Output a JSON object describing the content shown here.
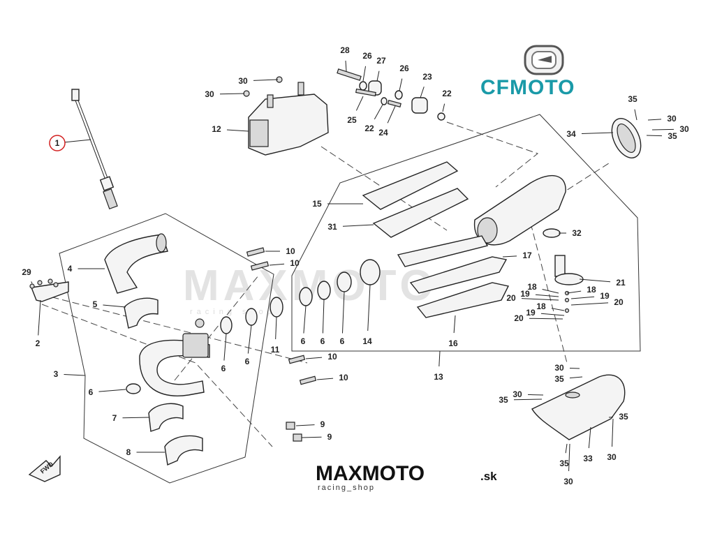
{
  "brand": {
    "cfmoto_text": "CFMOTO",
    "cfmoto_color": "#1a9aa8",
    "maxmoto_text": "MAXMOTO",
    "maxmoto_suffix": ".sk",
    "maxmoto_tagline": "racing_shop",
    "watermark_text": "MAXMOTO",
    "watermark_tagline": "racing shop",
    "accent_red": "#d21f1f"
  },
  "fwd_label": "FWD",
  "callouts": [
    {
      "id": "c1",
      "text": "1",
      "highlight": true
    },
    {
      "id": "c2",
      "text": "2"
    },
    {
      "id": "c3",
      "text": "3"
    },
    {
      "id": "c4",
      "text": "4"
    },
    {
      "id": "c5",
      "text": "5"
    },
    {
      "id": "c6a",
      "text": "6"
    },
    {
      "id": "c6b",
      "text": "6"
    },
    {
      "id": "c6c",
      "text": "6"
    },
    {
      "id": "c6d",
      "text": "6"
    },
    {
      "id": "c6e",
      "text": "6"
    },
    {
      "id": "c6f",
      "text": "6"
    },
    {
      "id": "c7",
      "text": "7"
    },
    {
      "id": "c8",
      "text": "8"
    },
    {
      "id": "c9a",
      "text": "9"
    },
    {
      "id": "c9b",
      "text": "9"
    },
    {
      "id": "c10a",
      "text": "10"
    },
    {
      "id": "c10b",
      "text": "10"
    },
    {
      "id": "c10c",
      "text": "10"
    },
    {
      "id": "c10d",
      "text": "10"
    },
    {
      "id": "c11",
      "text": "11"
    },
    {
      "id": "c12",
      "text": "12"
    },
    {
      "id": "c13",
      "text": "13"
    },
    {
      "id": "c14",
      "text": "14"
    },
    {
      "id": "c15",
      "text": "15"
    },
    {
      "id": "c16",
      "text": "16"
    },
    {
      "id": "c17",
      "text": "17"
    },
    {
      "id": "c18a",
      "text": "18"
    },
    {
      "id": "c18b",
      "text": "18"
    },
    {
      "id": "c18c",
      "text": "18"
    },
    {
      "id": "c19a",
      "text": "19"
    },
    {
      "id": "c19b",
      "text": "19"
    },
    {
      "id": "c19c",
      "text": "19"
    },
    {
      "id": "c20a",
      "text": "20"
    },
    {
      "id": "c20b",
      "text": "20"
    },
    {
      "id": "c20c",
      "text": "20"
    },
    {
      "id": "c21",
      "text": "21"
    },
    {
      "id": "c22a",
      "text": "22"
    },
    {
      "id": "c22b",
      "text": "22"
    },
    {
      "id": "c23",
      "text": "23"
    },
    {
      "id": "c24",
      "text": "24"
    },
    {
      "id": "c25",
      "text": "25"
    },
    {
      "id": "c26a",
      "text": "26"
    },
    {
      "id": "c26b",
      "text": "26"
    },
    {
      "id": "c27",
      "text": "27"
    },
    {
      "id": "c28",
      "text": "28"
    },
    {
      "id": "c29",
      "text": "29"
    },
    {
      "id": "c30a",
      "text": "30"
    },
    {
      "id": "c30b",
      "text": "30"
    },
    {
      "id": "c30c",
      "text": "30"
    },
    {
      "id": "c30d",
      "text": "30"
    },
    {
      "id": "c30e",
      "text": "30"
    },
    {
      "id": "c30f",
      "text": "30"
    },
    {
      "id": "c30g",
      "text": "30"
    },
    {
      "id": "c30h",
      "text": "30"
    },
    {
      "id": "c31",
      "text": "31"
    },
    {
      "id": "c32",
      "text": "32"
    },
    {
      "id": "c33",
      "text": "33"
    },
    {
      "id": "c34",
      "text": "34"
    },
    {
      "id": "c35a",
      "text": "35"
    },
    {
      "id": "c35b",
      "text": "35"
    },
    {
      "id": "c35c",
      "text": "35"
    },
    {
      "id": "c35d",
      "text": "35"
    },
    {
      "id": "c35e",
      "text": "35"
    },
    {
      "id": "c35f",
      "text": "35"
    }
  ]
}
